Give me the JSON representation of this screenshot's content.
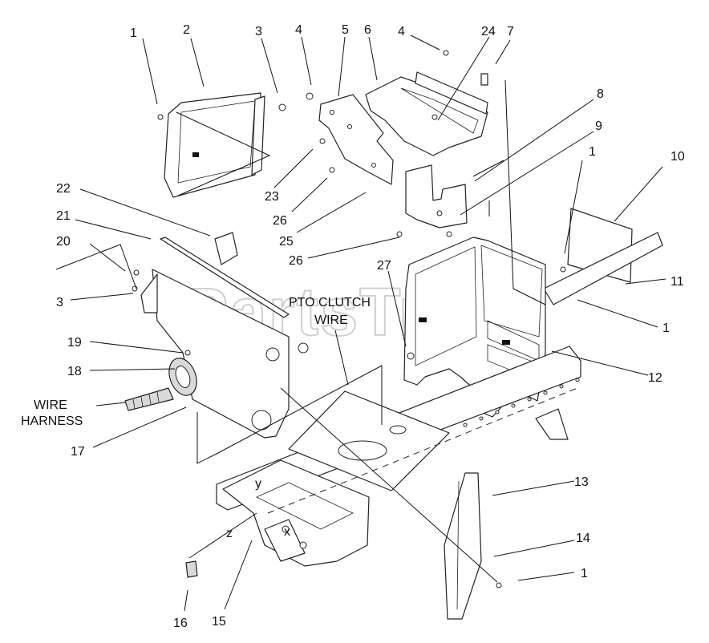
{
  "watermark": "PartsTree",
  "watermark_tm": "TM",
  "callouts": [
    {
      "id": "c1a",
      "text": "1"
    },
    {
      "id": "c2",
      "text": "2"
    },
    {
      "id": "c3a",
      "text": "3"
    },
    {
      "id": "c4a",
      "text": "4"
    },
    {
      "id": "c5",
      "text": "5"
    },
    {
      "id": "c6",
      "text": "6"
    },
    {
      "id": "c4b",
      "text": "4"
    },
    {
      "id": "c24",
      "text": "24"
    },
    {
      "id": "c7",
      "text": "7"
    },
    {
      "id": "c8",
      "text": "8"
    },
    {
      "id": "c9",
      "text": "9"
    },
    {
      "id": "c1b",
      "text": "1"
    },
    {
      "id": "c10",
      "text": "10"
    },
    {
      "id": "c22",
      "text": "22"
    },
    {
      "id": "c21",
      "text": "21"
    },
    {
      "id": "c20",
      "text": "20"
    },
    {
      "id": "c3b",
      "text": "3"
    },
    {
      "id": "c23",
      "text": "23"
    },
    {
      "id": "c26a",
      "text": "26"
    },
    {
      "id": "c25",
      "text": "25"
    },
    {
      "id": "c26b",
      "text": "26"
    },
    {
      "id": "c27",
      "text": "27"
    },
    {
      "id": "c11",
      "text": "11"
    },
    {
      "id": "c1c",
      "text": "1"
    },
    {
      "id": "c19",
      "text": "19"
    },
    {
      "id": "c18",
      "text": "18"
    },
    {
      "id": "c12",
      "text": "12"
    },
    {
      "id": "c17",
      "text": "17"
    },
    {
      "id": "c13",
      "text": "13"
    },
    {
      "id": "c14",
      "text": "14"
    },
    {
      "id": "c1d",
      "text": "1"
    },
    {
      "id": "c16",
      "text": "16"
    },
    {
      "id": "c15",
      "text": "15"
    }
  ],
  "text_labels": {
    "pto_line1": "PTO CLUTCH",
    "pto_line2": "WIRE",
    "wire_line1": "WIRE",
    "wire_line2": "HARNESS"
  },
  "point_labels": {
    "y": "y",
    "z": "z",
    "x": "x"
  }
}
